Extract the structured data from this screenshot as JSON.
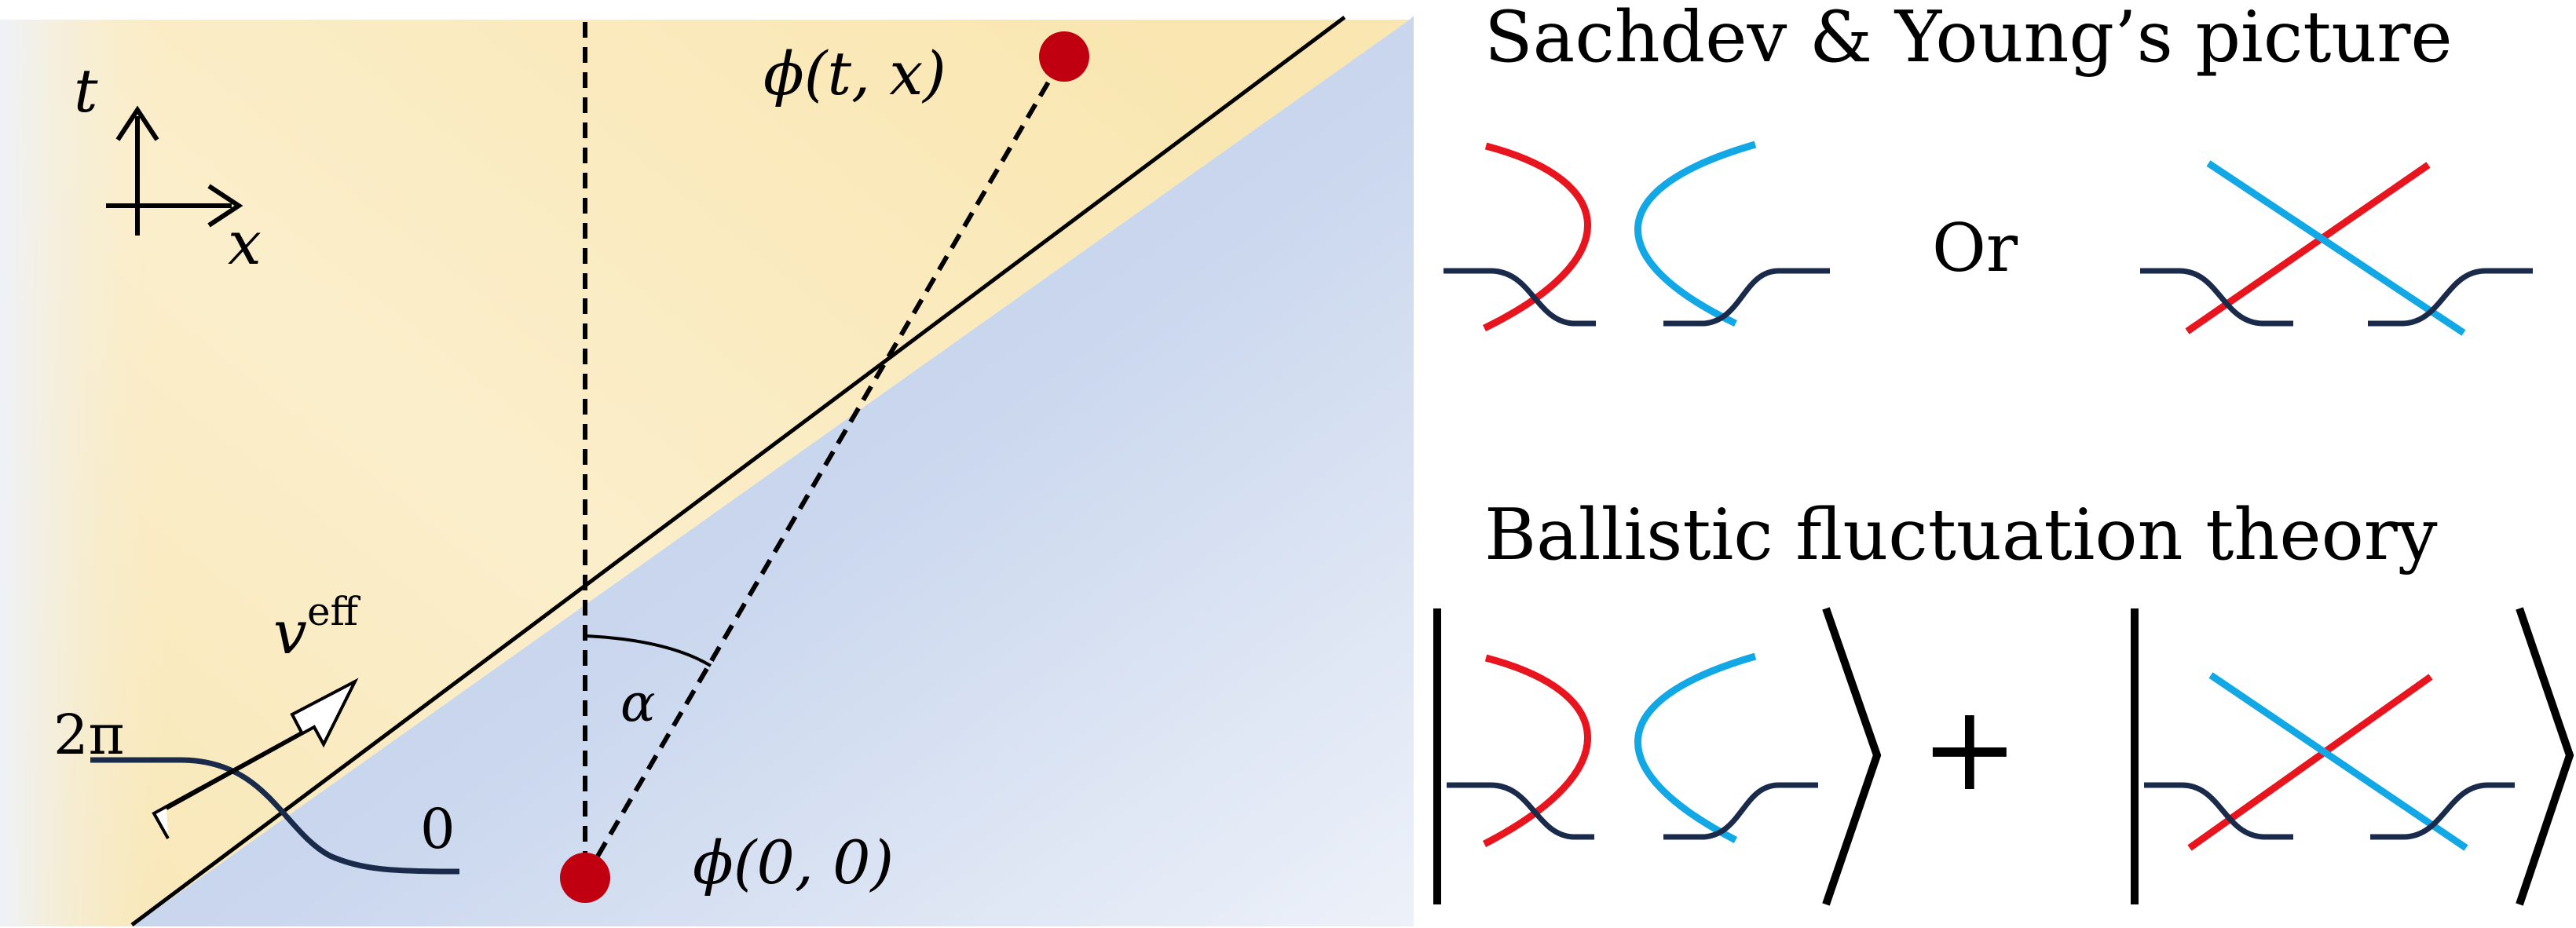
{
  "left_panel": {
    "axis_t": "t",
    "axis_x": "x",
    "point_top": "ϕ(t, x)",
    "point_origin": "ϕ(0, 0)",
    "angle": "α",
    "velocity_base": "v",
    "velocity_sup": "eff",
    "kink_high": "2π",
    "kink_low": "0"
  },
  "right_panel": {
    "title_top": "Sachdev & Young’s picture",
    "or_word": "Or",
    "title_bottom": "Ballistic fluctuation theory",
    "plus": "+"
  },
  "colors": {
    "red_line": "#e8141e",
    "cyan_line": "#12a8e6",
    "navy_line": "#1a2a4a",
    "point": "#c00010",
    "region_yellow": "#fae8b4",
    "region_blue": "#c2d2ec"
  }
}
